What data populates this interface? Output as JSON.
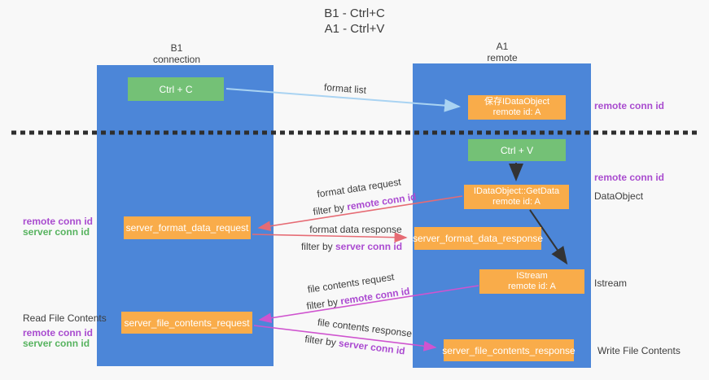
{
  "title": {
    "line1": "B1 - Ctrl+C",
    "line2": "A1 - Ctrl+V"
  },
  "lanes": {
    "left": {
      "header": "B1",
      "subheader": "connection"
    },
    "right": {
      "header": "A1",
      "subheader": "remote"
    }
  },
  "nodes": {
    "ctrl_c": {
      "label": "Ctrl + C"
    },
    "save_idataobject": {
      "label": "保存IDataObject",
      "sublabel": "remote id: A"
    },
    "ctrl_v": {
      "label": "Ctrl + V"
    },
    "getdata": {
      "label": "IDataObject::GetData",
      "sublabel": "remote id: A"
    },
    "server_format_data_request": {
      "label": "server_format_data_request"
    },
    "server_format_data_response": {
      "label": "server_format_data_response"
    },
    "istream": {
      "label": "IStream",
      "sublabel": "remote id: A"
    },
    "server_file_contents_request": {
      "label": "server_file_contents_request"
    },
    "server_file_contents_response": {
      "label": "server_file_contents_response"
    }
  },
  "edges": {
    "format_list": {
      "label": "format list"
    },
    "format_request": {
      "label": "format data request",
      "filter_prefix": "filter by ",
      "filter_key": "remote conn id"
    },
    "format_response": {
      "label": "format data response",
      "filter_prefix": "filter by ",
      "filter_key": "server conn id"
    },
    "file_request": {
      "label": "file contents request",
      "filter_prefix": "filter by ",
      "filter_key": "remote conn id"
    },
    "file_response": {
      "label": "file contents response",
      "filter_prefix": "filter by ",
      "filter_key": "server conn id"
    }
  },
  "annotations": {
    "right_remote_conn_top": "remote conn id",
    "right_remote_conn_mid": "remote conn id",
    "right_dataobject": "DataObject",
    "right_istream": "Istream",
    "right_write_file": "Write File Contents",
    "left_remote_conn_format": "remote conn id",
    "left_server_conn_format": "server conn id",
    "left_read_file": "Read File Contents",
    "left_remote_conn_file": "remote conn id",
    "left_server_conn_file": "server conn id"
  },
  "colors": {
    "lane_blue": "#4c86d8",
    "box_green": "#74c176",
    "box_orange": "#f9ac4a",
    "arrow_red": "#e66b74",
    "arrow_magenta": "#cf54cf",
    "arrow_light_blue": "#a9d3f2",
    "arrow_black": "#333333",
    "label_purple": "#a94ccf",
    "label_green": "#57b35f",
    "dashed_line": "#2e2e2e"
  }
}
